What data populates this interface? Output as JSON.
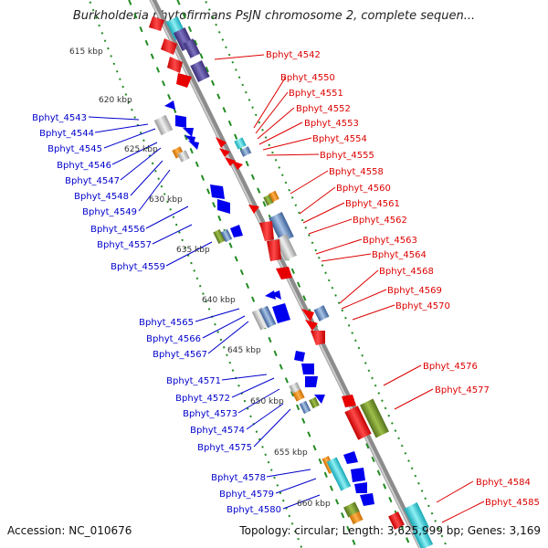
{
  "title": "Burkholderia phytofirmans PsJN chromosome 2, complete sequen...",
  "footer": {
    "accession": "Accession: NC_010676",
    "topology": "Topology: circular; Length: 3,625,999 bp; Genes: 3,169"
  },
  "colors": {
    "left_label": "#0000cc",
    "right_label": "#dd0000",
    "backbone": "#8c8c8c",
    "track_dots": "#228b22",
    "ruler_text": "#333333"
  },
  "ruler_labels": [
    "615 kbp",
    "620 kbp",
    "625 kbp",
    "630 kbp",
    "635 kbp",
    "640 kbp",
    "645 kbp",
    "650 kbp",
    "655 kbp",
    "660 kbp"
  ],
  "left_genes": [
    "Bphyt_4543",
    "Bphyt_4544",
    "Bphyt_4545",
    "Bphyt_4546",
    "Bphyt_4547",
    "Bphyt_4548",
    "Bphyt_4549",
    "Bphyt_4556",
    "Bphyt_4557",
    "Bphyt_4559",
    "Bphyt_4565",
    "Bphyt_4566",
    "Bphyt_4567",
    "Bphyt_4571",
    "Bphyt_4572",
    "Bphyt_4573",
    "Bphyt_4574",
    "Bphyt_4575",
    "Bphyt_4578",
    "Bphyt_4579",
    "Bphyt_4580"
  ],
  "right_genes": [
    "Bphyt_4542",
    "Bphyt_4550",
    "Bphyt_4551",
    "Bphyt_4552",
    "Bphyt_4553",
    "Bphyt_4554",
    "Bphyt_4555",
    "Bphyt_4558",
    "Bphyt_4560",
    "Bphyt_4561",
    "Bphyt_4562",
    "Bphyt_4563",
    "Bphyt_4564",
    "Bphyt_4568",
    "Bphyt_4569",
    "Bphyt_4570",
    "Bphyt_4576",
    "Bphyt_4577",
    "Bphyt_4584",
    "Bphyt_4585"
  ]
}
